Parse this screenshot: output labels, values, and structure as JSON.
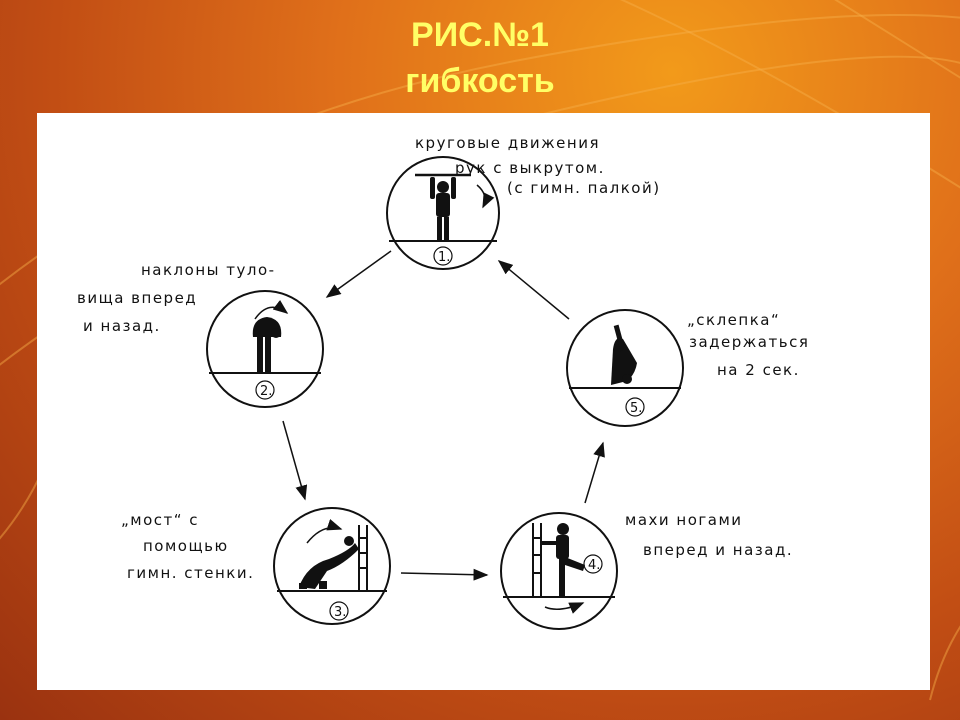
{
  "slide": {
    "title_line1": "РИС.№1",
    "title_line2": "гибкость"
  },
  "stations": [
    {
      "number": "1.",
      "caption": [
        "круговые движения",
        "рук с выкрутом.",
        "(с гимн. палкой)"
      ]
    },
    {
      "number": "2.",
      "caption": [
        "наклоны туло-",
        "вища вперед",
        "и назад."
      ]
    },
    {
      "number": "3.",
      "caption": [
        "„мост“ с",
        "помощью",
        "гимн. стенки."
      ]
    },
    {
      "number": "4.",
      "caption": [
        "махи ногами",
        "вперед и назад."
      ]
    },
    {
      "number": "5.",
      "caption": [
        "„склепка“",
        "задержаться",
        "на 2 сек."
      ]
    }
  ],
  "colors": {
    "title": "#ffff66",
    "panel": "#ffffff",
    "ink": "#111111"
  }
}
